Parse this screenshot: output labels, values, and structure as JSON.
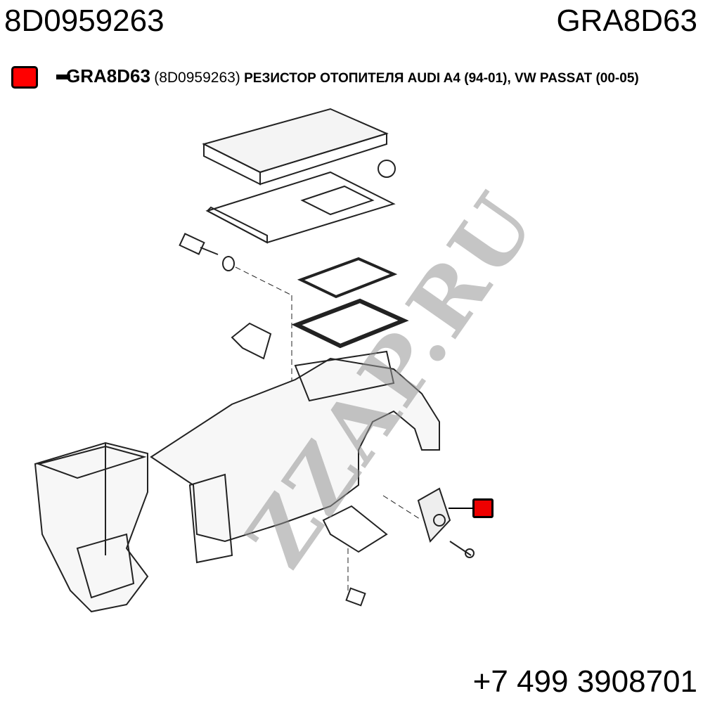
{
  "header": {
    "oem_number": "8D0959263",
    "brand_code": "GRA8D63"
  },
  "legend": {
    "color": "#ff0000",
    "code": "GRA8D63",
    "oem_in_parens": "(8D0959263)",
    "description": "РЕЗИСТОР ОТОПИТЕЛЯ AUDI A4 (94-01), VW PASSAT (00-05)"
  },
  "watermark": "ZZAP.RU",
  "footer": {
    "phone": "+7 499 3908701"
  }
}
